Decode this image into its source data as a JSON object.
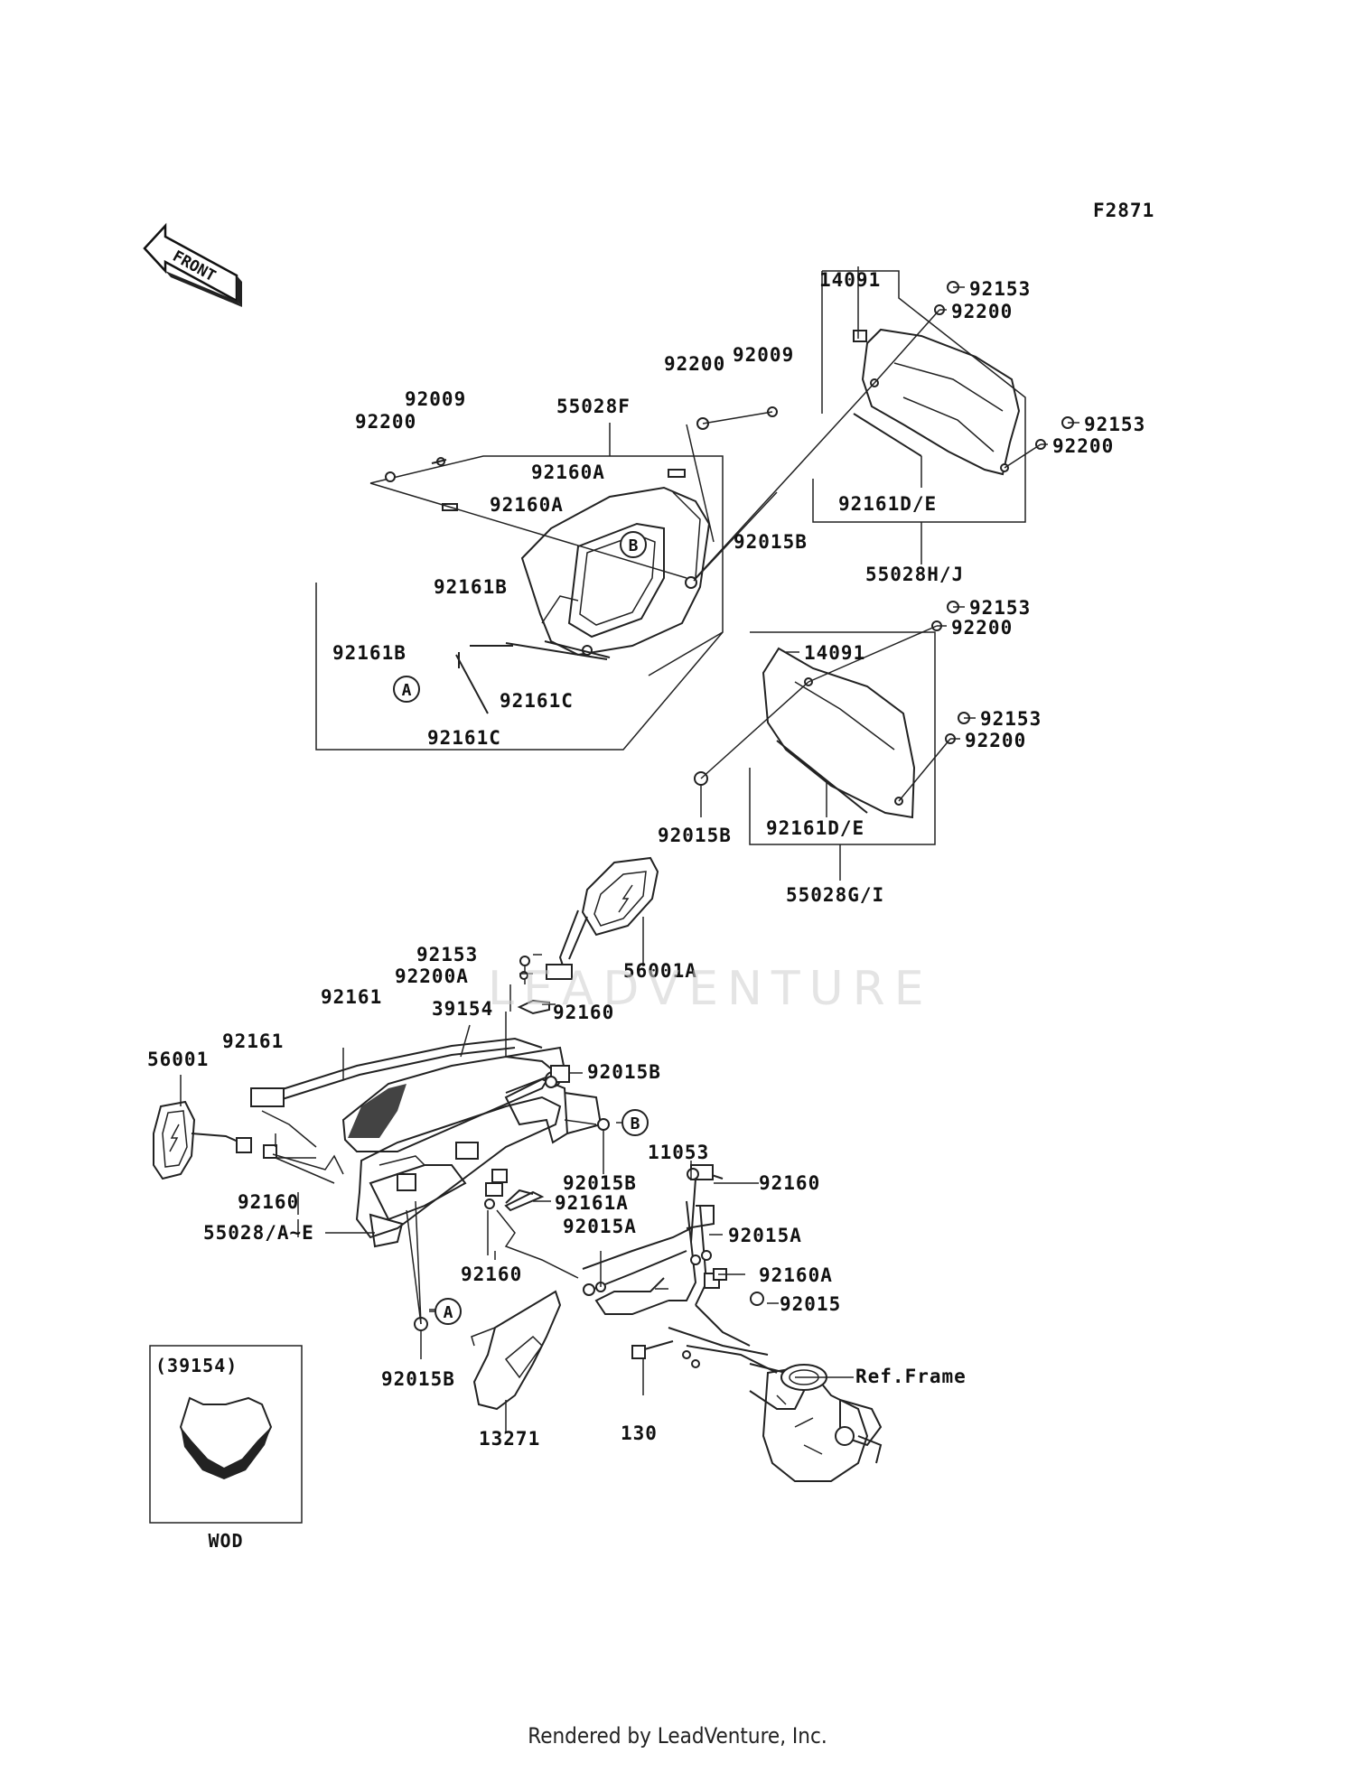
{
  "figure_code": "F2871",
  "front_arrow_text": "FRONT",
  "watermark_text": "LEADVENTURE",
  "footer_text": "Rendered by LeadVenture, Inc.",
  "inset": {
    "title": "(39154)",
    "caption": "WOD"
  },
  "callouts": {
    "a": "A",
    "b": "B"
  },
  "labels": {
    "l01": "92009",
    "l02": "92200",
    "l03": "55028F",
    "l04": "92160A",
    "l05": "92160A",
    "l06": "92200",
    "l07": "92009",
    "l08": "92015B",
    "l09": "92161B",
    "l10": "92161B",
    "l11": "92161C",
    "l12": "92161C",
    "l13": "14091",
    "l14": "92153",
    "l15": "92200",
    "l16": "92153",
    "l17": "92200",
    "l18": "92161D/E",
    "l19": "55028H/J",
    "l20": "92153",
    "l21": "92200",
    "l22": "14091",
    "l23": "92153",
    "l24": "92200",
    "l25": "92015B",
    "l26": "92161D/E",
    "l27": "55028G/I",
    "l28": "92153",
    "l29": "92200A",
    "l30": "56001A",
    "l31": "92161",
    "l32": "39154",
    "l33": "92160",
    "l34": "56001",
    "l35": "92161",
    "l36": "92015B",
    "l37": "92015B",
    "l38": "92160",
    "l39": "55028/A~E",
    "l40": "92161A",
    "l41": "11053",
    "l42": "92160",
    "l43": "92015A",
    "l44": "92015A",
    "l45": "92160A",
    "l46": "92160",
    "l47": "92015",
    "l48": "Ref.Frame",
    "l49": "92015B",
    "l50": "13271",
    "l51": "130"
  }
}
